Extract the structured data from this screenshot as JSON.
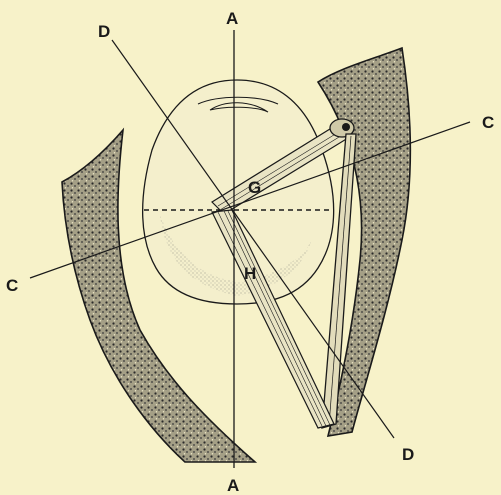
{
  "labels": {
    "a_top": "A",
    "a_bottom": "A",
    "d_top": "D",
    "d_bottom": "D",
    "c_left": "C",
    "c_right": "C",
    "g": "G",
    "h": "H"
  },
  "colors": {
    "background": "#f7f2c9",
    "ink": "#1a1a1a",
    "bone_fill": "#8a8570",
    "eyeball_fill": "#f4efcc"
  }
}
